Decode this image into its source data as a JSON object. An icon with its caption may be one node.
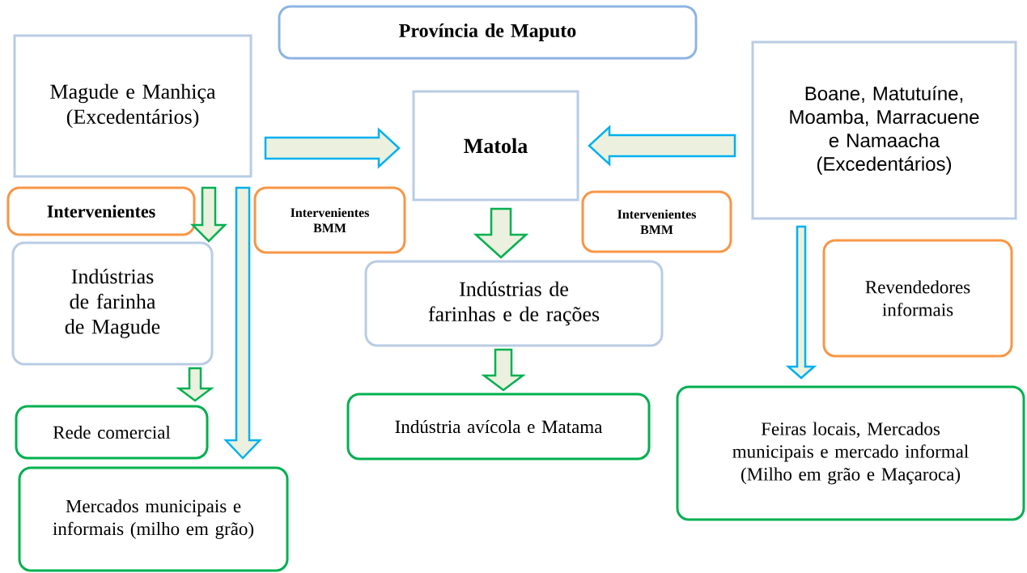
{
  "diagram": {
    "nodes": [
      {
        "text": [
          "Província de Maputo"
        ]
      },
      {
        "text": [
          "Magude e Manhiça (Excedentários)"
        ]
      },
      {
        "text": [
          "Matola"
        ]
      },
      {
        "text": [
          "Boane, Matutuíne, Moamba, Marracuene e Namaacha (Excedentários)"
        ]
      },
      {
        "text": [
          "Intervenientes"
        ]
      },
      {
        "text": [
          "Intervenientes BMM"
        ]
      },
      {
        "text": [
          "Intervenientes BMM"
        ]
      },
      {
        "text": [
          "Indústrias de farinha de Magude"
        ]
      },
      {
        "text": [
          "Indústrias de farinhas e de rações"
        ]
      },
      {
        "text": [
          "Revendedores informais"
        ]
      },
      {
        "text": [
          "Rede comercial"
        ]
      },
      {
        "text": [
          "Indústria avícola e Matama"
        ]
      },
      {
        "text": [
          "Feiras locais, Mercados municipais e mercado informal (Milho em grão e Maçaroca)"
        ]
      },
      {
        "text": [
          "Mercados municipais e informais (milho em grão)"
        ]
      }
    ],
    "edges": [
      {
        "from": 1,
        "to": 2,
        "arrow": "to"
      },
      {
        "from": 3,
        "to": 2,
        "arrow": "to"
      },
      {
        "from": 1,
        "to": 7,
        "arrow": "to",
        "color": "#00b050"
      },
      {
        "from": 1,
        "to": 13,
        "arrow": "to"
      },
      {
        "from": 2,
        "to": 8,
        "arrow": "to",
        "color": "#00b050"
      },
      {
        "from": 7,
        "to": 10,
        "arrow": "to",
        "color": "#00b050"
      },
      {
        "from": 8,
        "to": 11,
        "arrow": "to",
        "color": "#00b050"
      },
      {
        "from": 3,
        "to": 12,
        "arrow": "to"
      }
    ]
  }
}
